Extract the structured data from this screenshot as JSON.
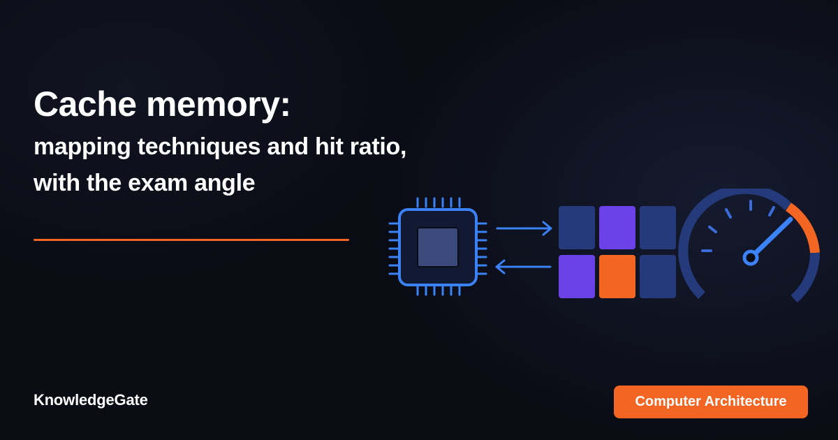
{
  "title": {
    "main": "Cache memory:",
    "subtitle_line1": "mapping techniques and hit ratio,",
    "subtitle_line2": "with the exam angle"
  },
  "brand": {
    "name": "KnowledgeGate"
  },
  "badge": {
    "label": "Computer Architecture"
  },
  "colors": {
    "background": "#0a0c14",
    "accent_orange": "#f26522",
    "accent_blue": "#3b82f6",
    "chip_fill": "#3a4a7a",
    "block_navy": "#253a7a",
    "block_purple": "#6a42e8",
    "gauge_arc": "#253a7a"
  },
  "illustration": {
    "icons": [
      "cpu-chip-icon",
      "bidirectional-arrows-icon",
      "cache-blocks-icon",
      "speedometer-gauge-icon"
    ]
  }
}
